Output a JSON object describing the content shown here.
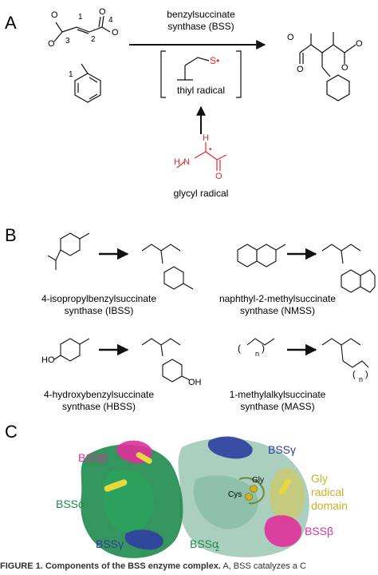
{
  "panel_a": {
    "label": "A",
    "enzyme_line1": "benzylsuccinate",
    "enzyme_line2": "synthase (BSS)",
    "thiyl_label": "thiyl radical",
    "glycyl_label": "glycyl radical",
    "atom_numbers": [
      "1",
      "2",
      "3",
      "4",
      "1"
    ]
  },
  "panel_b": {
    "label": "B",
    "reactions": [
      {
        "line1": "4-isopropylbenzylsuccinate",
        "line2": "synthase (IBSS)"
      },
      {
        "line1": "naphthyl-2-methylsuccinate",
        "line2": "synthase (NMSS)"
      },
      {
        "line1": "4-hydroxybenzylsuccinate",
        "line2": "synthase (HBSS)"
      },
      {
        "line1": "1-methylalkylsuccinate",
        "line2": "synthase (MASS)"
      }
    ],
    "subscript_n": "n"
  },
  "panel_c": {
    "label": "C",
    "bss_beta": "BSSβ",
    "bss_gamma": "BSSγ",
    "bss_alpha": "BSSα",
    "bss_alpha2": "BSSα",
    "alpha2_sub": "2",
    "gly": "Gly",
    "cys": "Cys",
    "gly_radical_line1": "Gly",
    "gly_radical_line2": "radical",
    "gly_radical_line3": "domain"
  },
  "caption": {
    "bold": "FIGURE 1. Components of the BSS enzyme complex.",
    "text": " A, BSS catalyzes a C"
  },
  "colors": {
    "radical_red": "#e8262b",
    "beta_magenta": "#e0309a",
    "gamma_blue": "#2e3ea1",
    "alpha_green": "#1f8a4c",
    "surface_teal": "#8fbfa8",
    "gly_domain_yellow": "#c9b22a"
  }
}
